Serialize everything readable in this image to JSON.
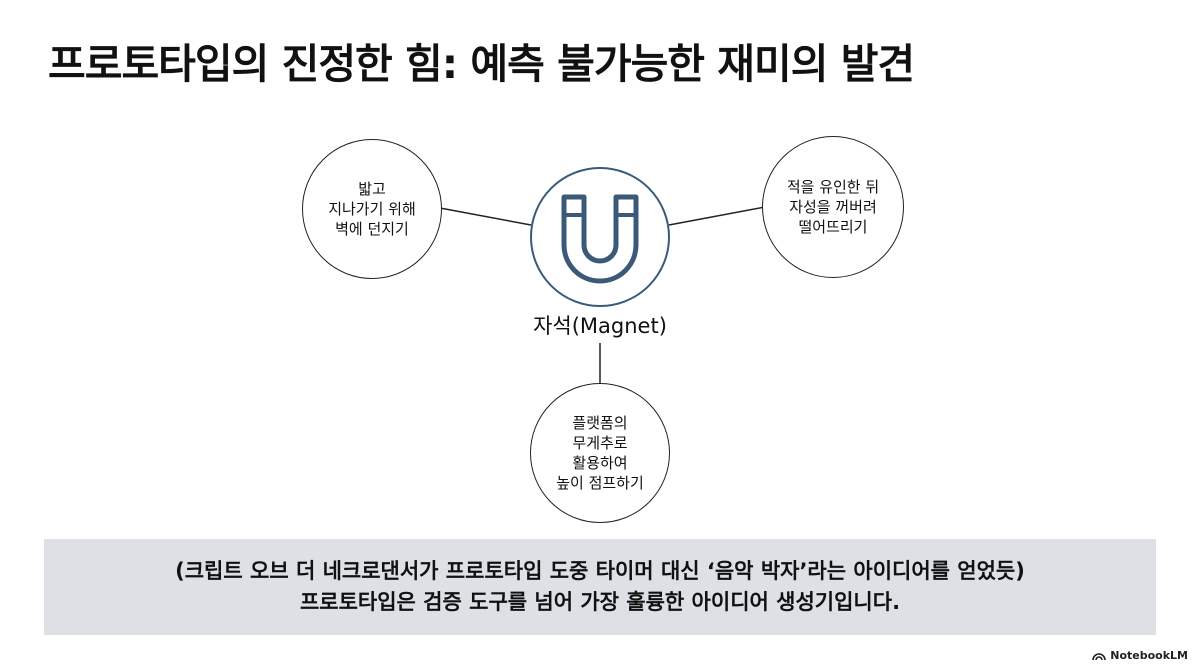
{
  "title": "프로토타입의 진정한 힘: 예측 불가능한 재미의 발견",
  "center": {
    "label": "자석(Magnet)",
    "icon": "magnet-icon",
    "accent": "#3b5a7a"
  },
  "bubbles": [
    {
      "id": "left",
      "text": "밟고\n지나가기 위해\n벽에 던지기"
    },
    {
      "id": "right",
      "text": "적을 유인한 뒤\n자성을 꺼버려\n떨어뜨리기"
    },
    {
      "id": "bottom",
      "text": "플랫폼의\n무게추로\n활용하여\n높이 점프하기"
    }
  ],
  "caption": {
    "line1": "(크립트 오브 더 네크로댄서가 프로토타입 도중 타이머 대신 ‘음악 박자’라는 아이디어를 얻었듯)",
    "line2": "프로토타입은 검증 도구를 넘어 가장 훌륭한 아이디어 생성기입니다."
  },
  "brand": {
    "label": "NotebookLM"
  }
}
